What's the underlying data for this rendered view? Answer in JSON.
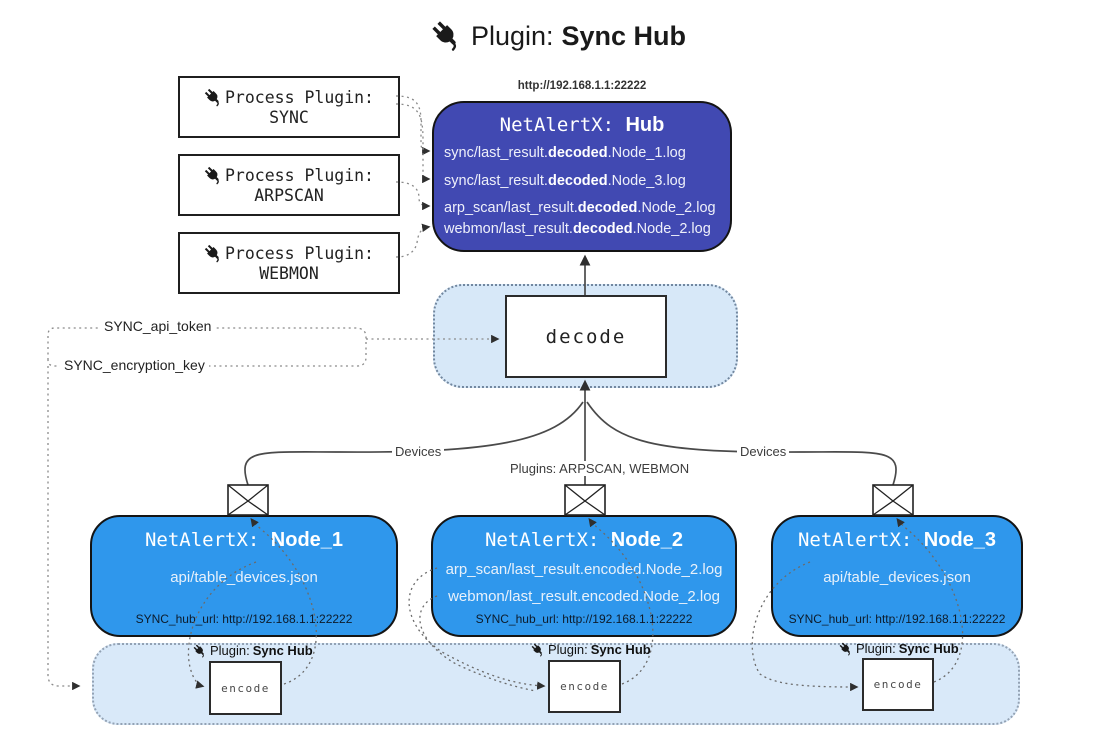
{
  "title": {
    "icon": "plug-icon",
    "prefix": "Plugin:",
    "name": "Sync Hub"
  },
  "process_plugins": {
    "heading": "Process Plugin:",
    "items": [
      {
        "name": "SYNC"
      },
      {
        "name": "ARPSCAN"
      },
      {
        "name": "WEBMON"
      }
    ]
  },
  "hub": {
    "url": "http://192.168.1.1:22222",
    "title_prefix": "NetAlertX:",
    "title_name": "Hub",
    "log_lines": [
      {
        "pre": "sync/last_result.",
        "bold": "decoded",
        "post": ".Node_1.log"
      },
      {
        "pre": "sync/last_result.",
        "bold": "decoded",
        "post": ".Node_3.log"
      },
      {
        "pre": "arp_scan/last_result.",
        "bold": "decoded",
        "post": ".Node_2.log"
      },
      {
        "pre": "webmon/last_result.",
        "bold": "decoded",
        "post": ".Node_2.log"
      }
    ]
  },
  "decode_section": {
    "label": "decode"
  },
  "sync_keys": {
    "api_token": "SYNC_api_token",
    "encryption_key": "SYNC_encryption_key"
  },
  "edge_labels": {
    "devices_left": "Devices",
    "devices_right": "Devices",
    "plugins_middle": "Plugins: ARPSCAN, WEBMON"
  },
  "nodes": [
    {
      "title_prefix": "NetAlertX:",
      "title_name": "Node_1",
      "lines": [
        "api/table_devices.json"
      ],
      "hub_url": "SYNC_hub_url: http://192.168.1.1:22222"
    },
    {
      "title_prefix": "NetAlertX:",
      "title_name": "Node_2",
      "lines": [
        "arp_scan/last_result.encoded.Node_2.log",
        "webmon/last_result.encoded.Node_2.log"
      ],
      "hub_url": "SYNC_hub_url: http://192.168.1.1:22222"
    },
    {
      "title_prefix": "NetAlertX:",
      "title_name": "Node_3",
      "lines": [
        "api/table_devices.json"
      ],
      "hub_url": "SYNC_hub_url: http://192.168.1.1:22222"
    }
  ],
  "encode_section": {
    "label_prefix": "Plugin:",
    "label_name": "Sync Hub",
    "encode_label": "encode"
  },
  "colors": {
    "hub_bg": "#4149b2",
    "node_bg": "#2f97ec",
    "band_bg": "#d9e9f9",
    "solid_line": "#4a4a4a",
    "dotted_line": "#8a8a8a"
  }
}
